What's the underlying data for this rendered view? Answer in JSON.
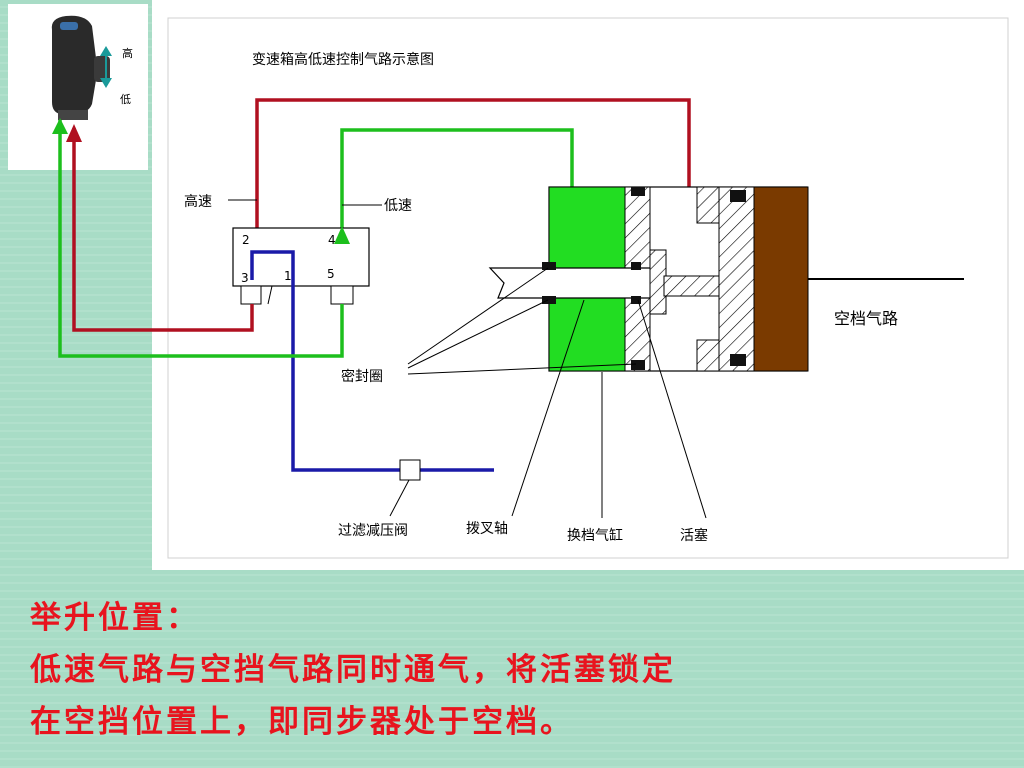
{
  "colors": {
    "high_line": "#b01020",
    "low_line": "#1dbf1d",
    "supply_line": "#1a1aa8",
    "piston_green": "#22dd22",
    "end_brown": "#7a3a00",
    "caption_red": "#e8141e"
  },
  "thumbnail": {
    "label_high": "高",
    "label_low": "低"
  },
  "diagram": {
    "title": "变速箱高低速控制气路示意图",
    "label_high_speed": "高速",
    "label_low_speed": "低速",
    "port_2": "2",
    "port_4": "4",
    "port_3": "3",
    "port_1": "1",
    "port_5": "5",
    "label_seal": "密封圈",
    "label_neutral_path": "空档气路",
    "label_filter_valve": "过滤减压阀",
    "label_fork_shaft": "拨叉轴",
    "label_cylinder": "换档气缸",
    "label_piston": "活塞"
  },
  "caption": {
    "line1": "举升位置：",
    "line2": "低速气路与空挡气路同时通气，将活塞锁定",
    "line3": "在空挡位置上，即同步器处于空档。"
  }
}
